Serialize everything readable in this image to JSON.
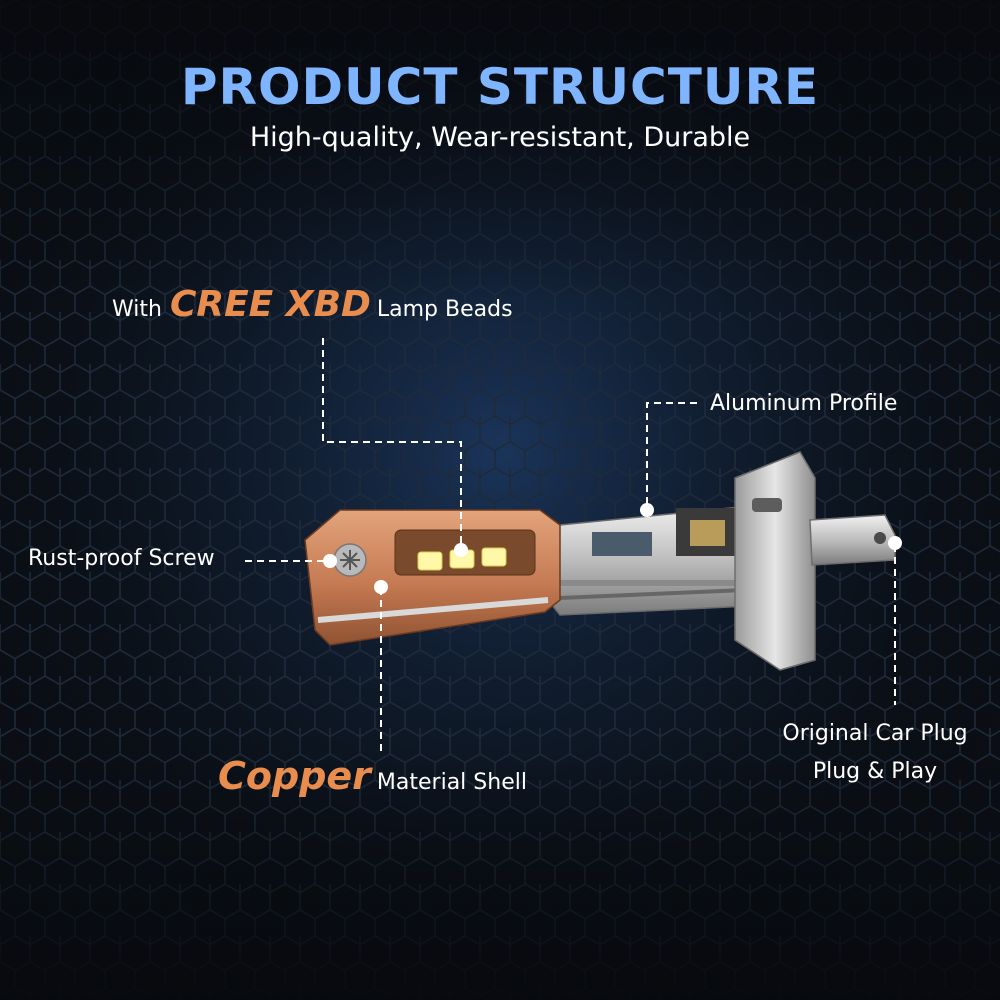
{
  "title": "PRODUCT STRUCTURE",
  "subtitle": "High-quality, Wear-resistant, Durable",
  "callouts": {
    "cree": {
      "prefix": "With",
      "highlight": "CREE XBD",
      "suffix": "Lamp Beads"
    },
    "aluminum": {
      "label": "Aluminum Profile"
    },
    "screw": {
      "label": "Rust-proof Screw"
    },
    "copper": {
      "highlight": "Copper",
      "suffix": "Material Shell"
    },
    "plug": {
      "line1": "Original Car Plug",
      "line2": "Plug & Play"
    }
  },
  "colors": {
    "title": "#7fb4ff",
    "accent": "#e88d4e",
    "background": "#0b0f15",
    "copper": "#c57a52",
    "aluminum": "#c9c9c9"
  }
}
